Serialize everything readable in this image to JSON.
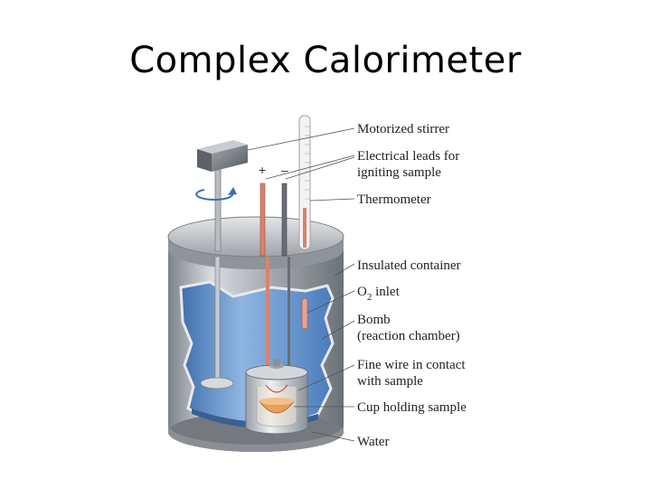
{
  "title": "Complex Calorimeter",
  "polarity": {
    "plus": "+",
    "minus": "–"
  },
  "labels": {
    "motorized_stirrer": "Motorized stirrer",
    "electrical_leads_1": "Electrical leads for",
    "electrical_leads_2": "igniting sample",
    "thermometer": "Thermometer",
    "insulated_container": "Insulated container",
    "o2_inlet_main": "O",
    "o2_inlet_sub": "2",
    "o2_inlet_rest": " inlet",
    "bomb_1": "Bomb",
    "bomb_2": "(reaction chamber)",
    "fine_wire_1": "Fine wire in contact",
    "fine_wire_2": "with sample",
    "cup": "Cup holding sample",
    "water": "Water"
  },
  "colors": {
    "water": "#5b8fc9",
    "water_light": "#9cc0e6",
    "metal": "#b8bcc2",
    "metal_dark": "#6d737a",
    "lead_red": "#d9826b",
    "sample": "#e7a05a"
  },
  "icons": {
    "rotation": "rotation-arrow-icon"
  }
}
